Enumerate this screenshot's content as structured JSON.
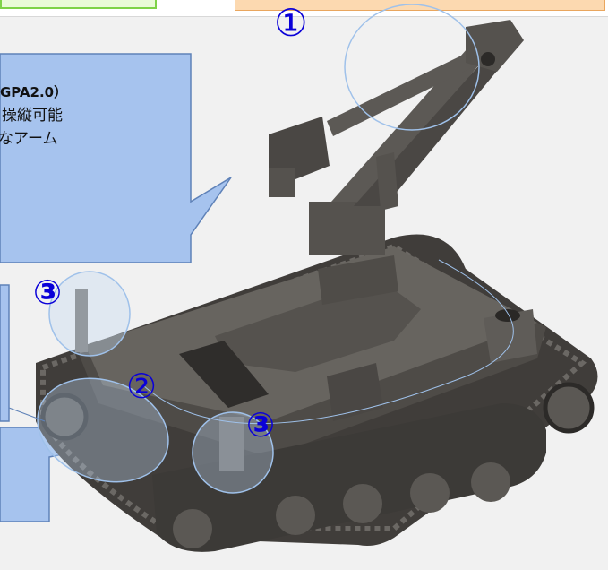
{
  "callout": {
    "line1": "GPA2.0）",
    "line2": "操縦可能",
    "line3": "なアーム"
  },
  "markers": {
    "arm": "①",
    "sensor_rear": "③",
    "front_track": "②",
    "sensor_side": "③"
  },
  "colors": {
    "callout_fill": "#a6c3ee",
    "callout_border": "#5f82b8",
    "marker_text": "#0a00d8",
    "panel_bg": "#f1f1f1",
    "highlight_ellipse": "#9fc1ea",
    "robot_body": "#5a5753",
    "robot_dark": "#3a3835"
  }
}
